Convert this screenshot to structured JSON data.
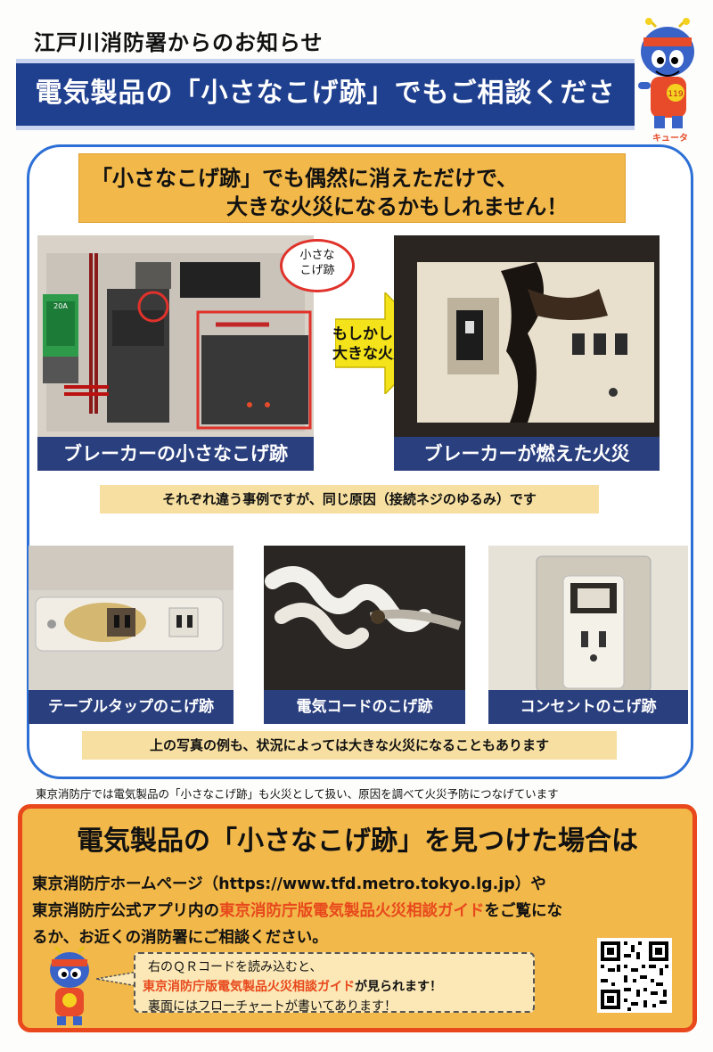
{
  "header": {
    "note": "江戸川消防署からのお知らせ",
    "banner": "電気製品の「小さなこげ跡」でもご相談ください！"
  },
  "mascot": {
    "name": "キュータ",
    "badge": "119"
  },
  "warning": {
    "line1": "「小さなこげ跡」でも偶然に消えただけで、",
    "line2": "大きな火災になるかもしれません！"
  },
  "cases": {
    "bubble": "小さな\nこげ跡",
    "arrow": "もしかしたら\n大きな火災に",
    "breaker_caption": "ブレーカーの小さなこげ跡",
    "fire_caption": "ブレーカーが燃えた火災",
    "same_cause": "それぞれ違う事例ですが、同じ原因（接続ネジのゆるみ）です",
    "breaker_label": "20A"
  },
  "examples": {
    "tap": "テーブルタップのこげ跡",
    "cord": "電気コードのこげ跡",
    "outlet": "コンセントのこげ跡",
    "note": "上の写真の例も、状況によっては大きな火災になることもあります"
  },
  "tfd_note": "東京消防庁では電気製品の「小さなこげ跡」も火災として扱い、原因を調べて火災予防につなげています",
  "bottom": {
    "title": "電気製品の「小さなこげ跡」を見つけた場合は",
    "line1": "東京消防庁ホームページ（https://www.tfd.metro.tokyo.lg.jp）や",
    "line2_a": "東京消防庁公式アプリ内の",
    "line2_b": "東京消防庁版電気製品火災相談ガイド",
    "line2_c": "をご覧にな",
    "line3": "るか、お近くの消防署にご相談ください。",
    "qr_1": "右のＱＲコードを読み込むと、",
    "qr_2_a": "東京消防庁版電気製品火災相談ガイド",
    "qr_2_b": "が見られます！",
    "qr_3": "裏面にはフローチャートが書いてあります！"
  },
  "colors": {
    "banner": "#1f3f8f",
    "panel_border": "#2c6fd6",
    "warn_bg": "#f2b84a",
    "caption_bg": "#2a3f7e",
    "note_bg": "#f6dfa0",
    "accent_red": "#e8481c",
    "arrow_yellow": "#f4e21a"
  }
}
